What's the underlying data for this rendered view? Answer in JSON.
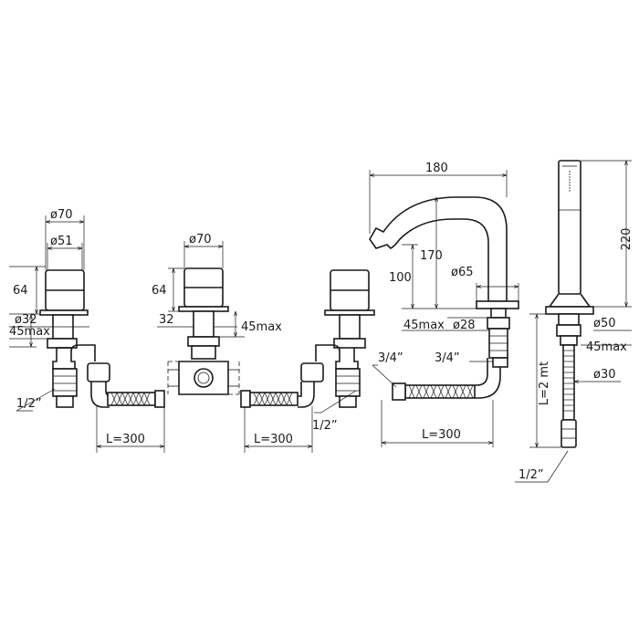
{
  "diagram": {
    "left_valve": {
      "d_top": "ø70",
      "d_body": "ø51",
      "height": "64",
      "d_stem": "ø32",
      "max_depth": "45max",
      "thread": "1/2”",
      "hose": "L=300"
    },
    "center_valve": {
      "d_top": "ø70",
      "height": "64",
      "d_stem": "32",
      "max_depth": "45max",
      "hose": "L=300"
    },
    "right_valve": {
      "thread": "1/2”"
    },
    "spout": {
      "reach": "180",
      "height_total": "170",
      "height_outlet": "100",
      "d_base": "ø65",
      "d_stem": "ø28",
      "max_depth": "45max",
      "thread_in": "3/4”",
      "thread_out": "3/4”",
      "hose": "L=300"
    },
    "hand_shower": {
      "height": "220",
      "d_base": "ø50",
      "max_depth": "45max",
      "d_hose": "ø30",
      "hose_length": "L=2 mt",
      "thread": "1/2”"
    }
  }
}
